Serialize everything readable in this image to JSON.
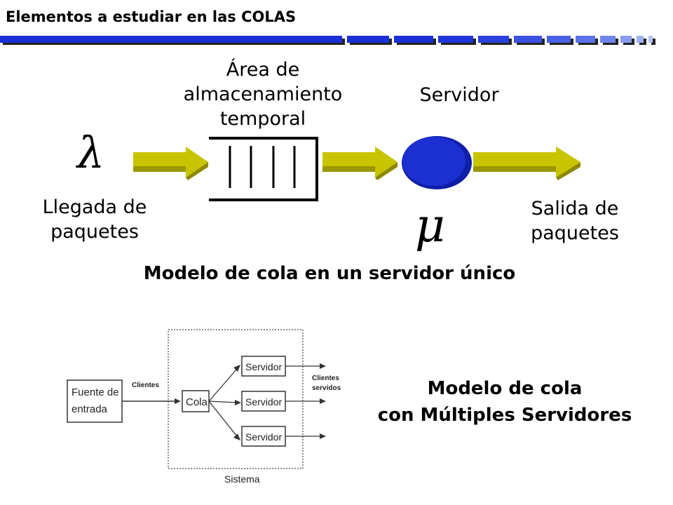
{
  "header": {
    "title": "Elementos a estudiar en las COLAS",
    "bar_color": "#1a2fd6",
    "bar_fade_color": "#8a9cf0"
  },
  "single_server": {
    "arrival_symbol": "λ",
    "service_symbol": "μ",
    "arrival_label": "Llegada de paquetes",
    "storage_label": "Área de almacenamiento temporal",
    "server_label": "Servidor",
    "exit_label": "Salida de paquetes",
    "caption": "Modelo de cola en un servidor único",
    "arrow_color": "#c8c400",
    "server_color": "#1c2fd0"
  },
  "multi_server": {
    "source_label": "Fuente de entrada",
    "clients_label": "Clientes",
    "queue_label": "Cola",
    "server_labels": [
      "Servidor",
      "Servidor",
      "Servidor"
    ],
    "served_label": "Clientes servidos",
    "system_label": "Sistema",
    "caption_line1": "Modelo de cola",
    "caption_line2": "con Múltiples Servidores"
  }
}
